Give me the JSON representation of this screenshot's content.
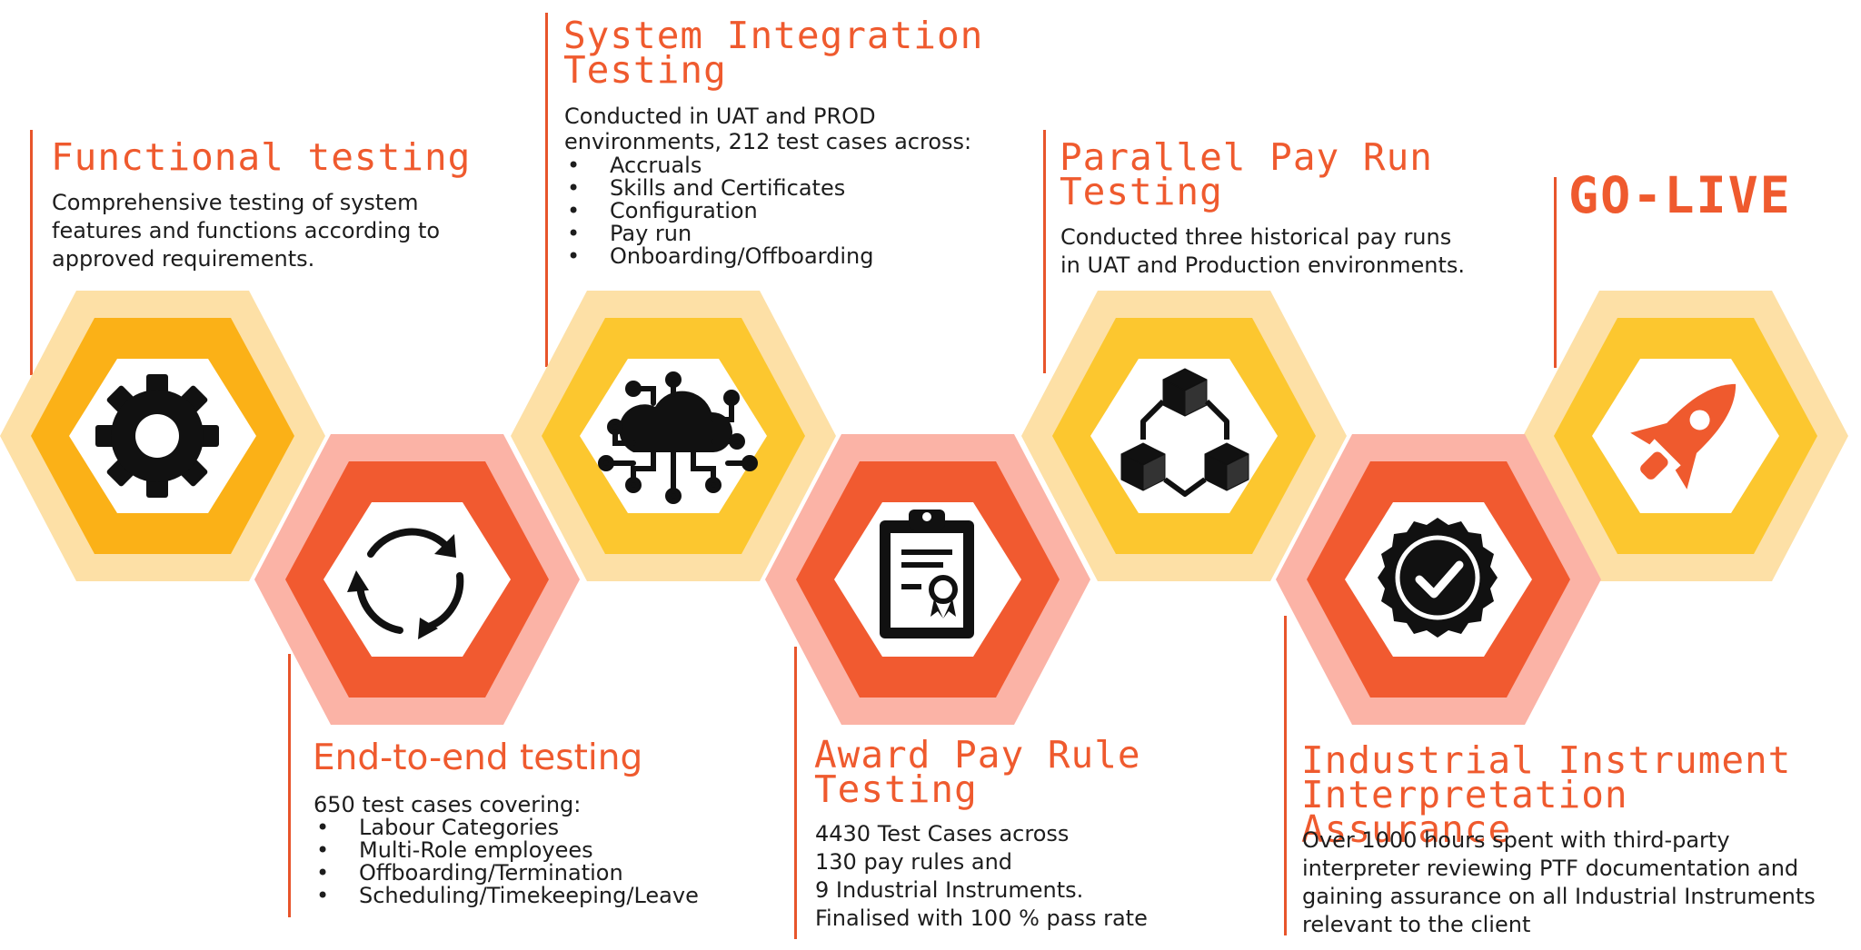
{
  "stages": {
    "functional": {
      "title": "Functional testing",
      "body": "Comprehensive testing of system features and functions according to approved requirements.",
      "icon": "gear-icon"
    },
    "e2e": {
      "title": "End-to-end testing",
      "intro": "650 test cases covering:",
      "items": [
        "Labour Categories",
        "Multi-Role employees",
        "Offboarding/Termination",
        "Scheduling/Timekeeping/Leave"
      ],
      "icon": "refresh-cycle-icon"
    },
    "sit": {
      "title_line1": "System Integration",
      "title_line2": "Testing",
      "intro_line1": "Conducted in UAT and PROD",
      "intro_line2": "environments, 212 test cases across:",
      "items": [
        "Accruals",
        "Skills and Certificates",
        "Configuration",
        "Pay run",
        "Onboarding/Offboarding"
      ],
      "icon": "cloud-network-icon"
    },
    "award": {
      "title_line1": "Award Pay Rule",
      "title_line2": "Testing",
      "body_lines": [
        "4430 Test Cases across",
        "130 pay rules and",
        "9 Industrial Instruments.",
        "Finalised with 100 % pass rate"
      ],
      "icon": "certificate-clipboard-icon"
    },
    "parallel": {
      "title_line1": "Parallel Pay Run",
      "title_line2": "Testing",
      "body_lines": [
        "Conducted three historical pay runs",
        "in UAT and Production environments."
      ],
      "icon": "connected-cubes-icon"
    },
    "industrial": {
      "title_line1": "Industrial Instrument",
      "title_line2": "Interpretation Assurance",
      "body_lines": [
        "Over 1000 hours spent with third-party",
        "interpreter reviewing PTF documentation and",
        "gaining assurance on all Industrial Instruments",
        "relevant to the client"
      ],
      "icon": "verified-badge-icon"
    },
    "golive": {
      "title": "GO-LIVE",
      "icon": "rocket-icon"
    }
  },
  "colors": {
    "accent": "#ef5a2e",
    "yellow_outer": "#fde0a6",
    "yellow_mid": "#fbb117",
    "yellow_mid_alt": "#fcc72f",
    "red_outer": "#fbb3a6",
    "red_mid": "#f15a30",
    "icon": "#111111",
    "rocket": "#ef5a2e"
  }
}
